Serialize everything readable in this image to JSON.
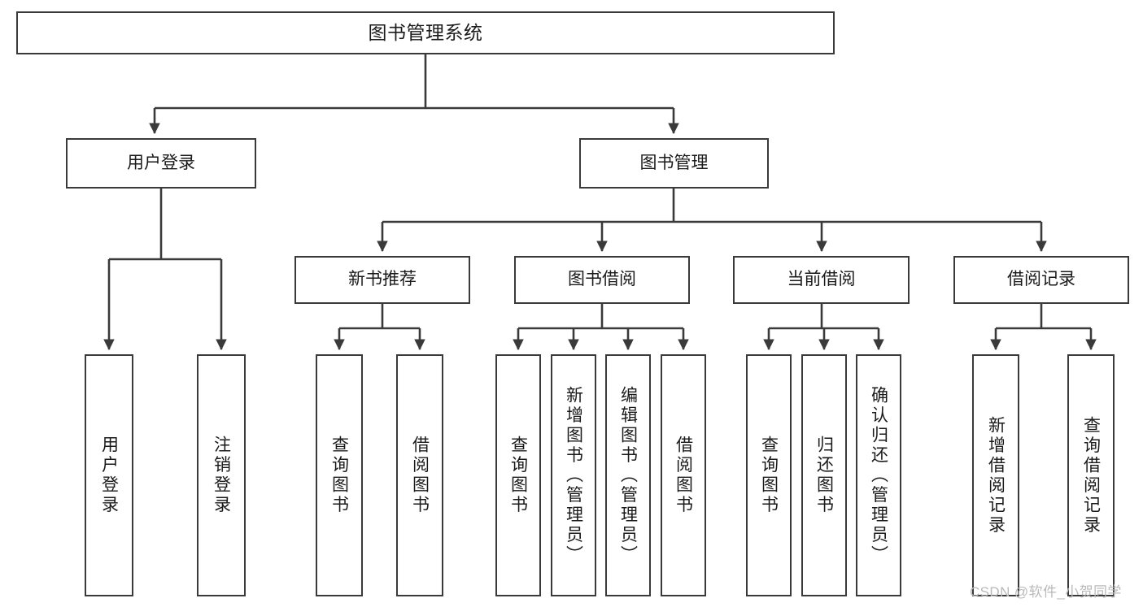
{
  "diagram": {
    "kind": "hierarchy-tree",
    "root": {
      "id": "root",
      "label": "图书管理系统"
    },
    "level1": [
      {
        "id": "user-login",
        "label": "用户登录"
      },
      {
        "id": "book-management",
        "label": "图书管理"
      }
    ],
    "level2": [
      {
        "id": "new-book-recommend",
        "label": "新书推荐",
        "parent": "book-management"
      },
      {
        "id": "book-borrow",
        "label": "图书借阅",
        "parent": "book-management"
      },
      {
        "id": "current-borrow",
        "label": "当前借阅",
        "parent": "book-management"
      },
      {
        "id": "borrow-record",
        "label": "借阅记录",
        "parent": "book-management"
      }
    ],
    "leaves": [
      {
        "id": "leaf-user-login",
        "label": "用户登录",
        "parent": "user-login"
      },
      {
        "id": "leaf-logout-login",
        "label": "注销登录",
        "parent": "user-login"
      },
      {
        "id": "leaf-query-book-recommend",
        "label": "查询图书",
        "parent": "new-book-recommend"
      },
      {
        "id": "leaf-borrow-book-recommend",
        "label": "借阅图书",
        "parent": "new-book-recommend"
      },
      {
        "id": "leaf-query-book-borrow",
        "label": "查询图书",
        "parent": "book-borrow"
      },
      {
        "id": "leaf-add-book-admin",
        "label": "新增图书（管理员）",
        "parent": "book-borrow"
      },
      {
        "id": "leaf-edit-book-admin",
        "label": "编辑图书（管理员）",
        "parent": "book-borrow"
      },
      {
        "id": "leaf-borrow-book",
        "label": "借阅图书",
        "parent": "book-borrow"
      },
      {
        "id": "leaf-query-book-current",
        "label": "查询图书",
        "parent": "current-borrow"
      },
      {
        "id": "leaf-return-book",
        "label": "归还图书",
        "parent": "current-borrow"
      },
      {
        "id": "leaf-confirm-return-admin",
        "label": "确认归还（管理员）",
        "parent": "current-borrow"
      },
      {
        "id": "leaf-add-borrow-record",
        "label": "新增借阅记录",
        "parent": "borrow-record"
      },
      {
        "id": "leaf-query-borrow-record",
        "label": "查询借阅记录",
        "parent": "borrow-record"
      }
    ]
  },
  "watermark": {
    "text": "CSDN @软件_小贺同学"
  },
  "colors": {
    "box_border": "#3a3a3a",
    "box_fill": "#ffffff",
    "connector": "#3a3a3a",
    "text": "#1a1a1a",
    "watermark": "#b9b9b9",
    "background": "#ffffff"
  }
}
